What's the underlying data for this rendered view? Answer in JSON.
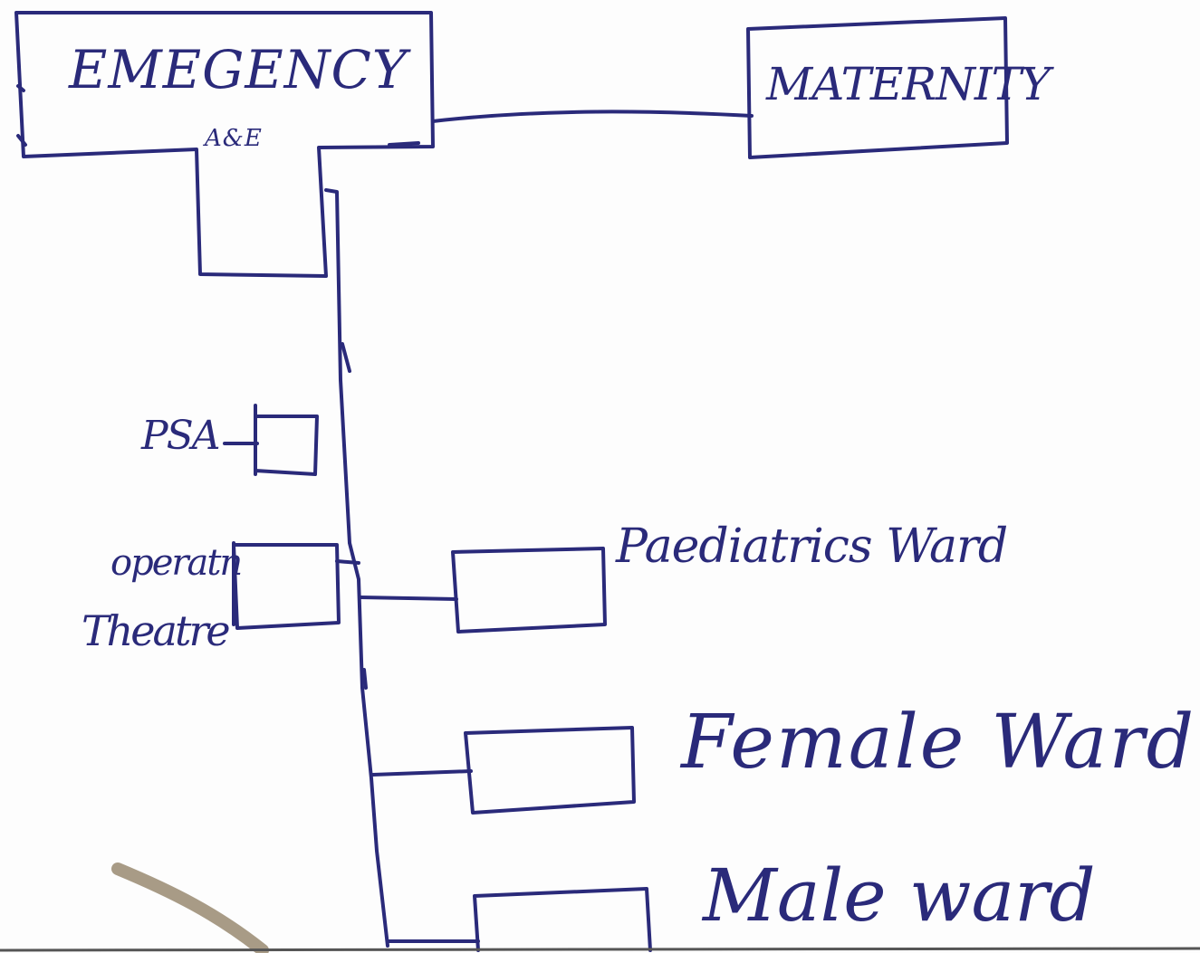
{
  "labels": {
    "emergency": "EMEGENCY",
    "ae": "A&E",
    "maternity": "MATERNITY",
    "psa": "PSA",
    "operating_line1": "operatn",
    "operating_line2": "Theatre",
    "paediatrics": "Paediatrics Ward",
    "female": "Female Ward",
    "male": "Male ward"
  },
  "colors": {
    "ink": "#2a2a7a",
    "paper": "#fdfdfd",
    "smudge": "#8b7a5e",
    "bottom_edge": "#555555"
  }
}
